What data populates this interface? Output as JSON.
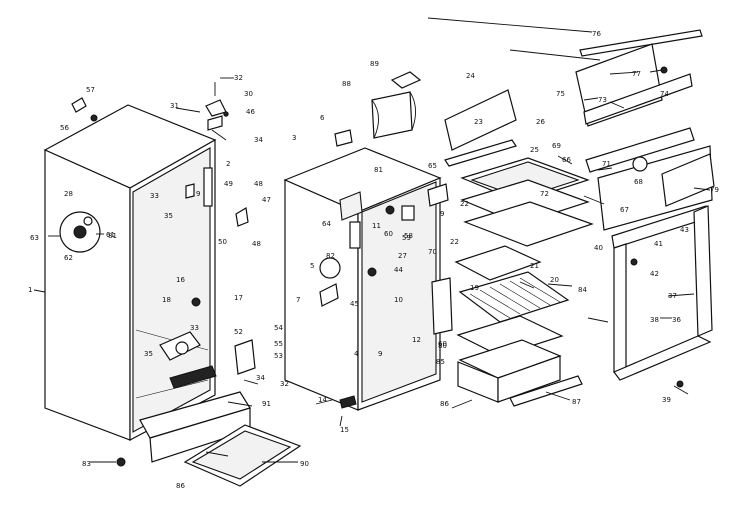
{
  "colors": {
    "ink": "#111111",
    "paper": "#ffffff"
  },
  "callouts": [
    {
      "id": "c1",
      "text": "1"
    },
    {
      "id": "c2",
      "text": "2"
    },
    {
      "id": "c3",
      "text": "3"
    },
    {
      "id": "c4",
      "text": "4"
    },
    {
      "id": "c5",
      "text": "5"
    },
    {
      "id": "c6",
      "text": "6"
    },
    {
      "id": "c7",
      "text": "7"
    },
    {
      "id": "c9a",
      "text": "9"
    },
    {
      "id": "c9b",
      "text": "9"
    },
    {
      "id": "c9c",
      "text": "9"
    },
    {
      "id": "c10",
      "text": "10"
    },
    {
      "id": "c11",
      "text": "11"
    },
    {
      "id": "c12",
      "text": "12"
    },
    {
      "id": "c14",
      "text": "14"
    },
    {
      "id": "c15",
      "text": "15"
    },
    {
      "id": "c16",
      "text": "16"
    },
    {
      "id": "c17",
      "text": "17"
    },
    {
      "id": "c18",
      "text": "18"
    },
    {
      "id": "c19",
      "text": "19"
    },
    {
      "id": "c20",
      "text": "20"
    },
    {
      "id": "c21",
      "text": "21"
    },
    {
      "id": "c22a",
      "text": "22"
    },
    {
      "id": "c22b",
      "text": "22"
    },
    {
      "id": "c23",
      "text": "23"
    },
    {
      "id": "c24",
      "text": "24"
    },
    {
      "id": "c25",
      "text": "25"
    },
    {
      "id": "c26",
      "text": "26"
    },
    {
      "id": "c27",
      "text": "27"
    },
    {
      "id": "c28",
      "text": "28"
    },
    {
      "id": "c30",
      "text": "30"
    },
    {
      "id": "c31",
      "text": "31"
    },
    {
      "id": "c32a",
      "text": "32"
    },
    {
      "id": "c32b",
      "text": "32"
    },
    {
      "id": "c33a",
      "text": "33"
    },
    {
      "id": "c33b",
      "text": "33"
    },
    {
      "id": "c34a",
      "text": "34"
    },
    {
      "id": "c34b",
      "text": "34"
    },
    {
      "id": "c35a",
      "text": "35"
    },
    {
      "id": "c35b",
      "text": "35"
    },
    {
      "id": "c36",
      "text": "36"
    },
    {
      "id": "c37",
      "text": "37"
    },
    {
      "id": "c38",
      "text": "38"
    },
    {
      "id": "c39",
      "text": "39"
    },
    {
      "id": "c40",
      "text": "40"
    },
    {
      "id": "c41",
      "text": "41"
    },
    {
      "id": "c42",
      "text": "42"
    },
    {
      "id": "c43",
      "text": "43"
    },
    {
      "id": "c44",
      "text": "44"
    },
    {
      "id": "c45",
      "text": "45"
    },
    {
      "id": "c46",
      "text": "46"
    },
    {
      "id": "c47",
      "text": "47"
    },
    {
      "id": "c48a",
      "text": "48"
    },
    {
      "id": "c48b",
      "text": "48"
    },
    {
      "id": "c49",
      "text": "49"
    },
    {
      "id": "c50",
      "text": "50"
    },
    {
      "id": "c52",
      "text": "52"
    },
    {
      "id": "c53",
      "text": "53"
    },
    {
      "id": "c54",
      "text": "54"
    },
    {
      "id": "c55",
      "text": "55"
    },
    {
      "id": "c56",
      "text": "56"
    },
    {
      "id": "c57",
      "text": "57"
    },
    {
      "id": "c58",
      "text": "58"
    },
    {
      "id": "c59",
      "text": "59"
    },
    {
      "id": "c60a",
      "text": "60"
    },
    {
      "id": "c60b",
      "text": "60"
    },
    {
      "id": "c61",
      "text": "61"
    },
    {
      "id": "c62",
      "text": "62"
    },
    {
      "id": "c63",
      "text": "63"
    },
    {
      "id": "c64",
      "text": "64"
    },
    {
      "id": "c65",
      "text": "65"
    },
    {
      "id": "c66",
      "text": "66"
    },
    {
      "id": "c67",
      "text": "67"
    },
    {
      "id": "c68",
      "text": "68"
    },
    {
      "id": "c69",
      "text": "69"
    },
    {
      "id": "c70",
      "text": "70"
    },
    {
      "id": "c71",
      "text": "71"
    },
    {
      "id": "c72",
      "text": "72"
    },
    {
      "id": "c73",
      "text": "73"
    },
    {
      "id": "c74",
      "text": "74"
    },
    {
      "id": "c75",
      "text": "75"
    },
    {
      "id": "c76",
      "text": "76"
    },
    {
      "id": "c77",
      "text": "77"
    },
    {
      "id": "c79",
      "text": "79"
    },
    {
      "id": "c80",
      "text": "80"
    },
    {
      "id": "c81a",
      "text": "81"
    },
    {
      "id": "c81b",
      "text": "81"
    },
    {
      "id": "c82",
      "text": "82"
    },
    {
      "id": "c83",
      "text": "83"
    },
    {
      "id": "c84",
      "text": "84"
    },
    {
      "id": "c85",
      "text": "85"
    },
    {
      "id": "c86a",
      "text": "86"
    },
    {
      "id": "c86b",
      "text": "86"
    },
    {
      "id": "c87",
      "text": "87"
    },
    {
      "id": "c88",
      "text": "88"
    },
    {
      "id": "c89",
      "text": "89"
    },
    {
      "id": "c90",
      "text": "90"
    },
    {
      "id": "c91",
      "text": "91"
    }
  ]
}
